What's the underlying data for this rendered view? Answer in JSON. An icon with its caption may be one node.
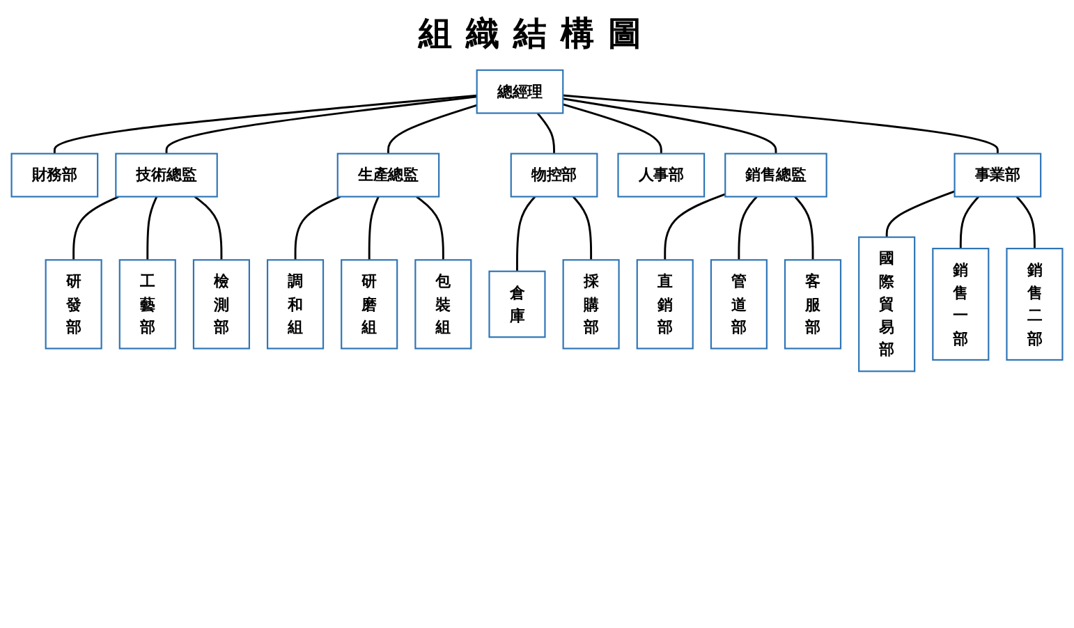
{
  "diagram": {
    "title": "組織結構圖",
    "nodes": [
      {
        "text": [
          "總經理"
        ]
      },
      {
        "text": [
          "財務部"
        ]
      },
      {
        "text": [
          "技術總監"
        ]
      },
      {
        "text": [
          "生產總監"
        ]
      },
      {
        "text": [
          "物控部"
        ]
      },
      {
        "text": [
          "人事部"
        ]
      },
      {
        "text": [
          "銷售總監"
        ]
      },
      {
        "text": [
          "事業部"
        ]
      },
      {
        "text": [
          "研發部"
        ]
      },
      {
        "text": [
          "工藝部"
        ]
      },
      {
        "text": [
          "檢測部"
        ]
      },
      {
        "text": [
          "調和組"
        ]
      },
      {
        "text": [
          "研磨組"
        ]
      },
      {
        "text": [
          "包裝組"
        ]
      },
      {
        "text": [
          "倉庫"
        ]
      },
      {
        "text": [
          "採購部"
        ]
      },
      {
        "text": [
          "直銷部"
        ]
      },
      {
        "text": [
          "管道部"
        ]
      },
      {
        "text": [
          "客服部"
        ]
      },
      {
        "text": [
          "國際貿易部"
        ]
      },
      {
        "text": [
          "銷售一部"
        ]
      },
      {
        "text": [
          "銷售二部"
        ]
      }
    ],
    "edges": [
      {
        "from": 0,
        "to": 1,
        "arrow": "none"
      },
      {
        "from": 0,
        "to": 2,
        "arrow": "none"
      },
      {
        "from": 0,
        "to": 3,
        "arrow": "none"
      },
      {
        "from": 0,
        "to": 4,
        "arrow": "none"
      },
      {
        "from": 0,
        "to": 5,
        "arrow": "none"
      },
      {
        "from": 0,
        "to": 6,
        "arrow": "none"
      },
      {
        "from": 0,
        "to": 7,
        "arrow": "none"
      },
      {
        "from": 2,
        "to": 8,
        "arrow": "none"
      },
      {
        "from": 2,
        "to": 9,
        "arrow": "none"
      },
      {
        "from": 2,
        "to": 10,
        "arrow": "none"
      },
      {
        "from": 3,
        "to": 11,
        "arrow": "none"
      },
      {
        "from": 3,
        "to": 12,
        "arrow": "none"
      },
      {
        "from": 3,
        "to": 13,
        "arrow": "none"
      },
      {
        "from": 4,
        "to": 14,
        "arrow": "none"
      },
      {
        "from": 4,
        "to": 15,
        "arrow": "none"
      },
      {
        "from": 6,
        "to": 16,
        "arrow": "none"
      },
      {
        "from": 6,
        "to": 17,
        "arrow": "none"
      },
      {
        "from": 6,
        "to": 18,
        "arrow": "none"
      },
      {
        "from": 7,
        "to": 19,
        "arrow": "none"
      },
      {
        "from": 7,
        "to": 20,
        "arrow": "none"
      },
      {
        "from": 7,
        "to": 21,
        "arrow": "none"
      }
    ]
  }
}
